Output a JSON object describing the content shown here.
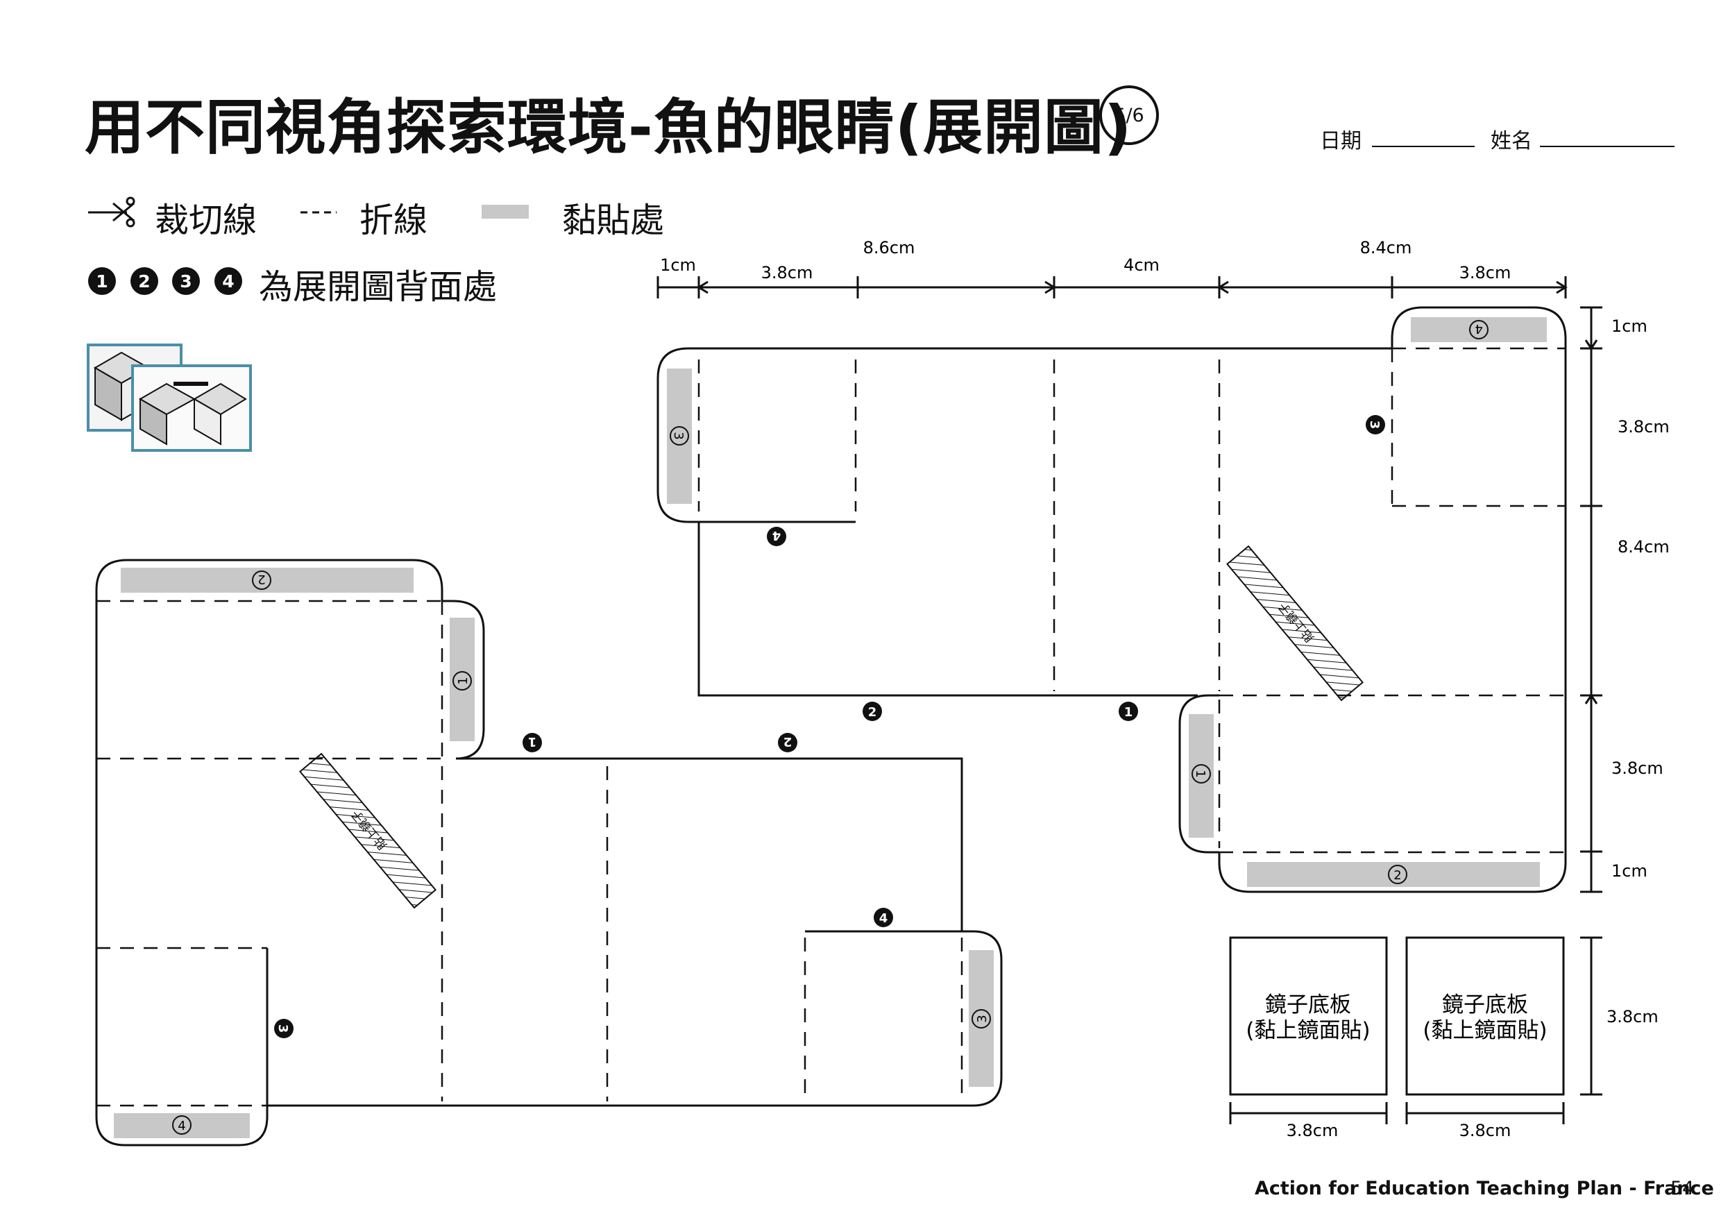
{
  "header": {
    "title": "用不同視角探索環境-魚的眼睛(展開圖)",
    "page_badge": "5/6",
    "date_label": "日期",
    "name_label": "姓名"
  },
  "legend": {
    "cut_label": "裁切線",
    "fold_label": "折線",
    "glue_label": "黏貼處",
    "back_numbers": [
      "1",
      "2",
      "3",
      "4"
    ],
    "back_label": "為展開圖背面處"
  },
  "dimensions": {
    "top": [
      "1cm",
      "3.8cm",
      "8.6cm",
      "4cm",
      "8.4cm",
      "3.8cm"
    ],
    "right": [
      "1cm",
      "3.8cm",
      "8.4cm",
      "3.8cm",
      "1cm"
    ],
    "mirror_height": "3.8cm",
    "mirror_widths": [
      "3.8cm",
      "3.8cm"
    ]
  },
  "mirror_boards": [
    {
      "line1": "鏡子底板",
      "line2": "(黏上鏡面貼)"
    },
    {
      "line1": "鏡子底板",
      "line2": "(黏上鏡面貼)"
    }
  ],
  "mirror_strip_label": "貼上鏡子",
  "markers": {
    "one": "1",
    "two": "2",
    "three": "3",
    "four": "4"
  },
  "footer": {
    "text": "Action for Education Teaching Plan -  France",
    "page": "54"
  }
}
